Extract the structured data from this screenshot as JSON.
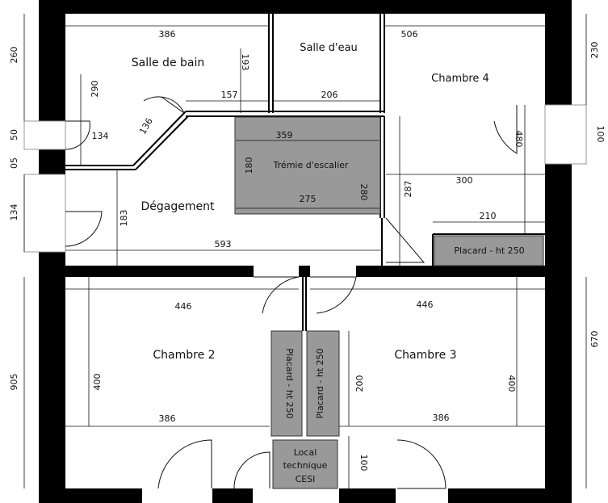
{
  "rooms": {
    "salle_de_bain": "Salle de bain",
    "salle_eau": "Salle d'eau",
    "chambre_4": "Chambre 4",
    "tremie": "Trémie d'escalier",
    "degagement": "Dégagement",
    "placard_ch4": "Placard - ht 250",
    "chambre_2": "Chambre 2",
    "chambre_3": "Chambre 3",
    "placard_left": "Placard - ht 250",
    "placard_right": "Placard - ht 250",
    "local_line1": "Local",
    "local_line2": "technique",
    "local_line3": "CESI"
  },
  "dimensions": {
    "d386_top": "386",
    "d506": "506",
    "d193": "193",
    "d290": "290",
    "d157": "157",
    "d206": "206",
    "d136": "136",
    "d134_bath": "134",
    "d359": "359",
    "d180": "180",
    "d275": "275",
    "d280": "280",
    "d287": "287",
    "d300": "300",
    "d480": "480",
    "d210": "210",
    "d183": "183",
    "d593": "593",
    "d446_left": "446",
    "d446_right": "446",
    "d400_left": "400",
    "d200": "200",
    "d400_right": "400",
    "d386_bl": "386",
    "d386_br": "386",
    "d100_local": "100",
    "left_260": "260",
    "left_50": "50",
    "left_05": "05",
    "left_134": "134",
    "left_905": "905",
    "right_230": "230",
    "right_100": "100",
    "right_670": "670"
  },
  "colors": {
    "wall": "#000000",
    "fixed": "#999999"
  }
}
